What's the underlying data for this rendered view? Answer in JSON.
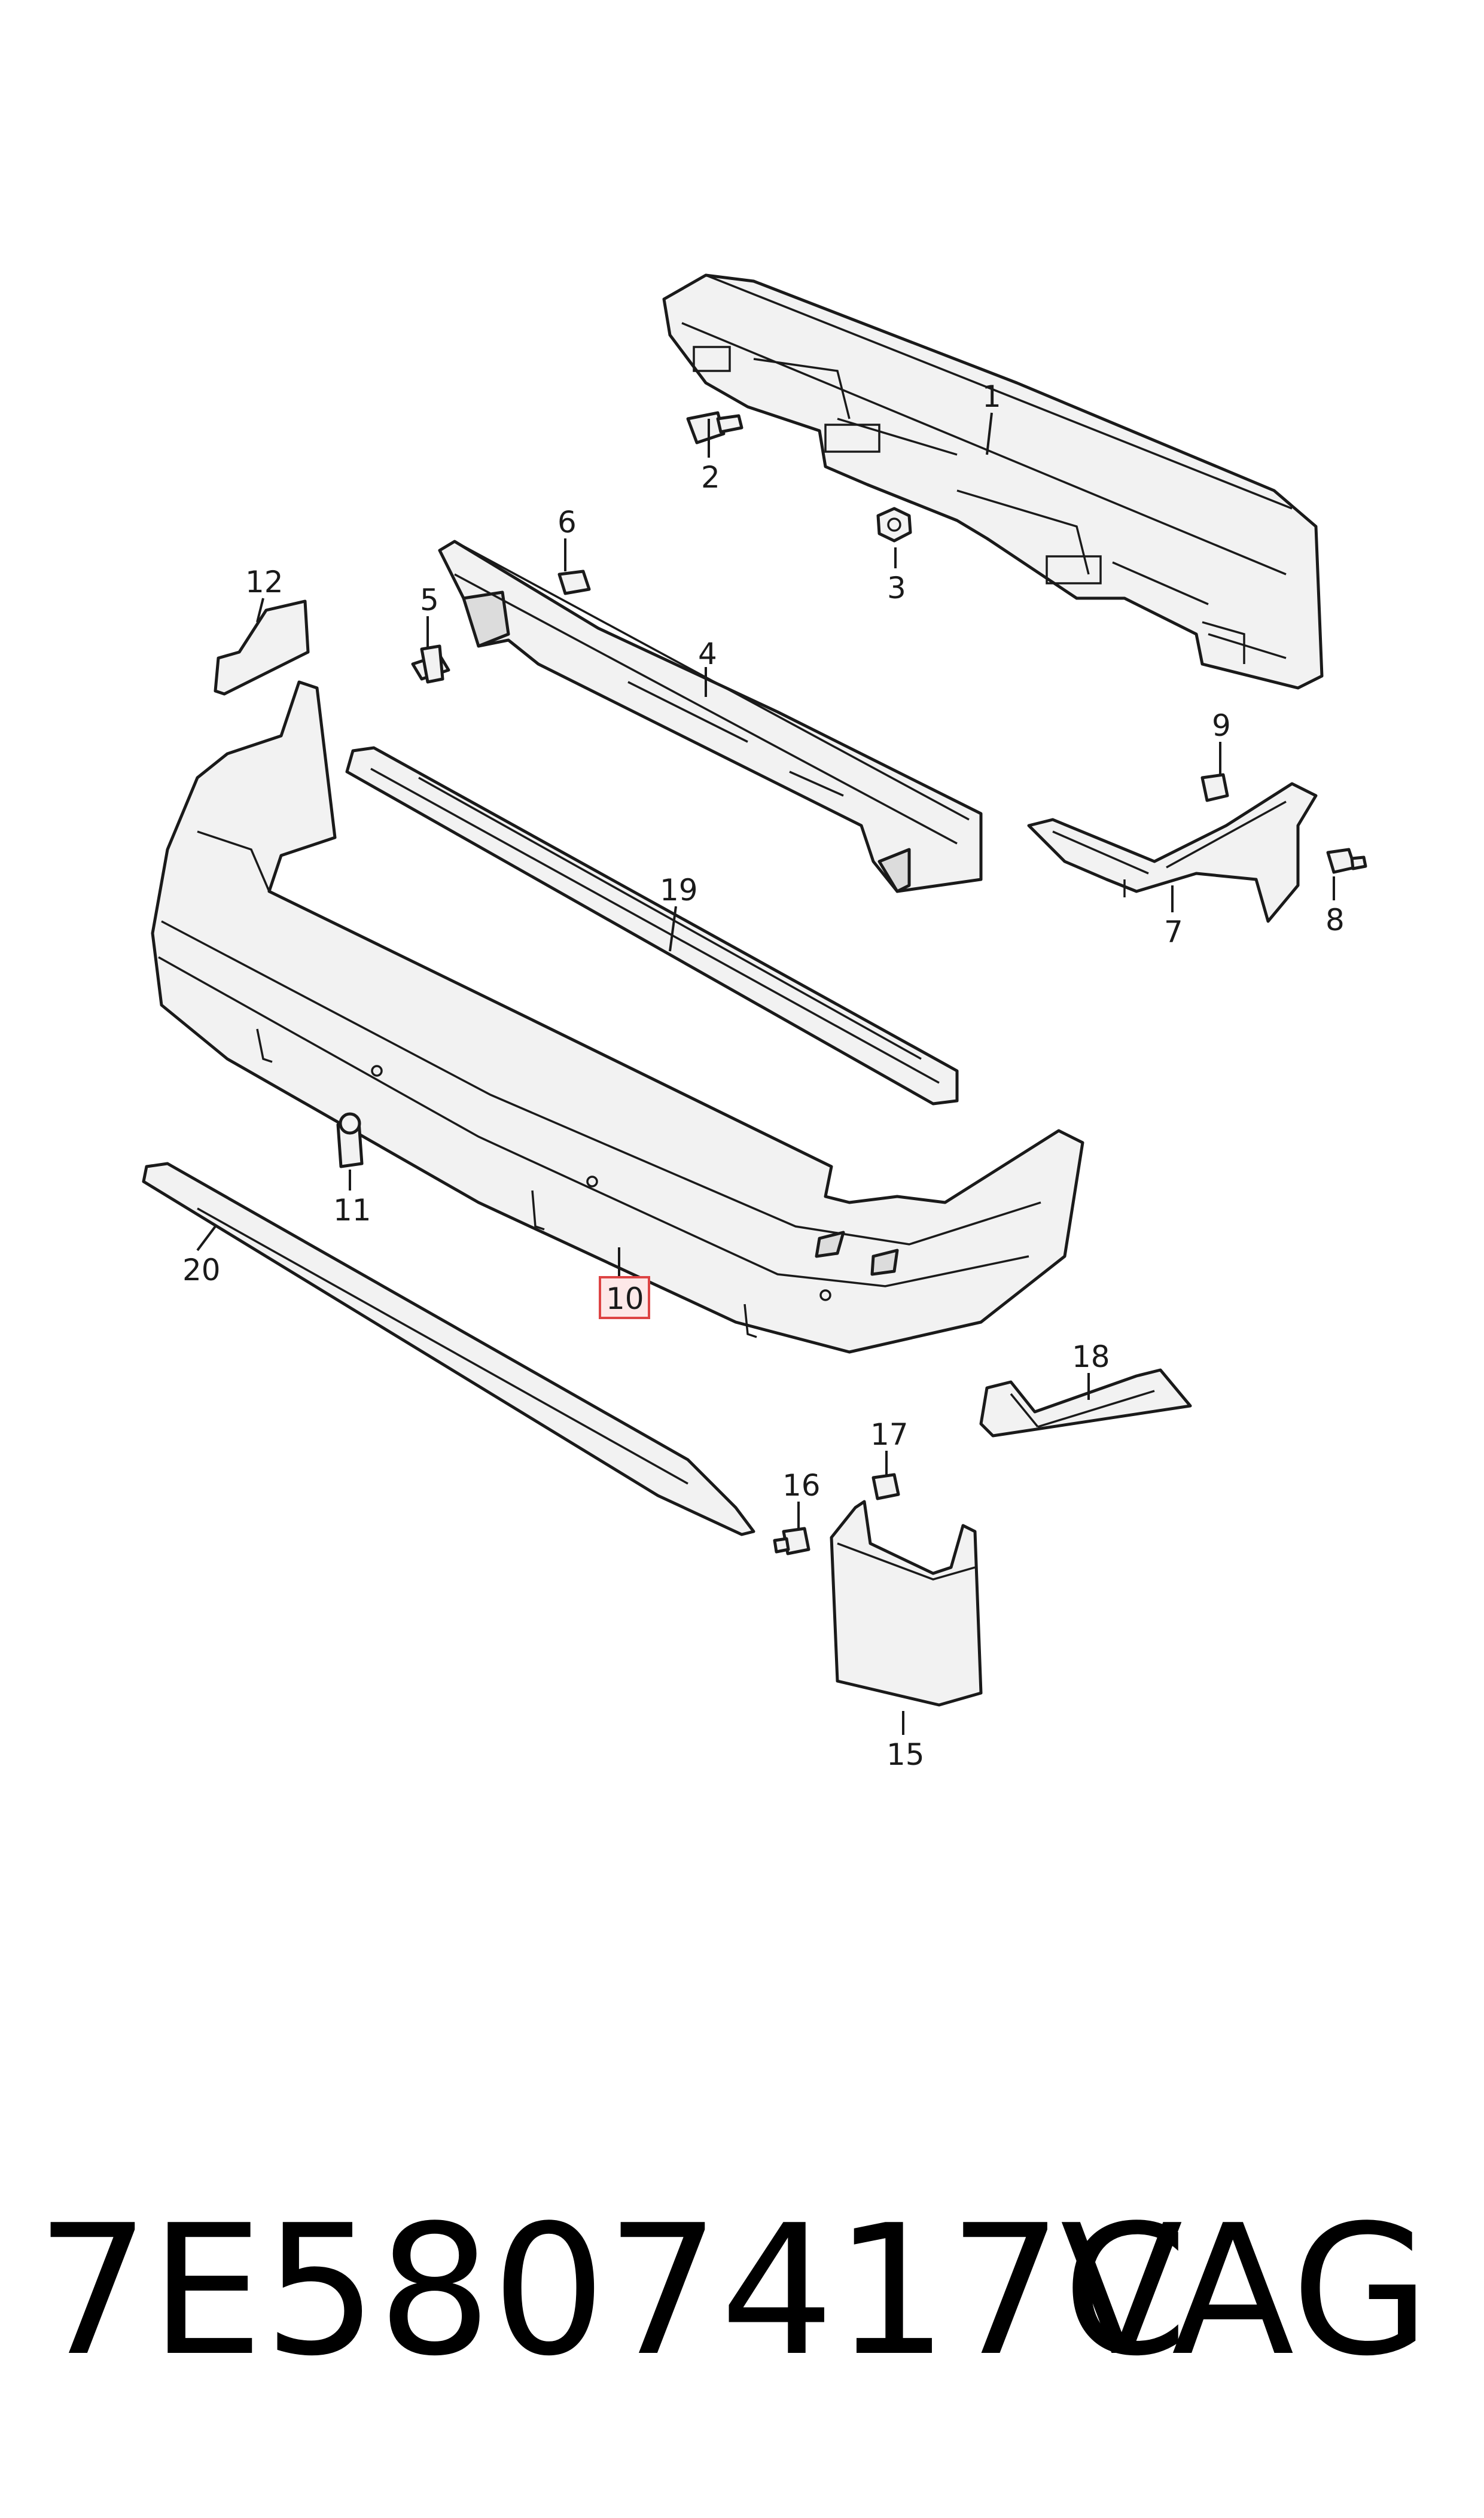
{
  "callouts": {
    "c1": "1",
    "c2": "2",
    "c3": "3",
    "c4": "4",
    "c5": "5",
    "c6": "6",
    "c7": "7",
    "c8": "8",
    "c9": "9",
    "c10": "10",
    "c11": "11",
    "c12": "12",
    "c15": "15",
    "c16": "16",
    "c17": "17",
    "c18": "18",
    "c19": "19",
    "c20": "20"
  },
  "highlighted_callout": "10",
  "highlight_color": "#d44444",
  "caption": {
    "part_number": "7E5807417C",
    "brand": "VAG"
  }
}
